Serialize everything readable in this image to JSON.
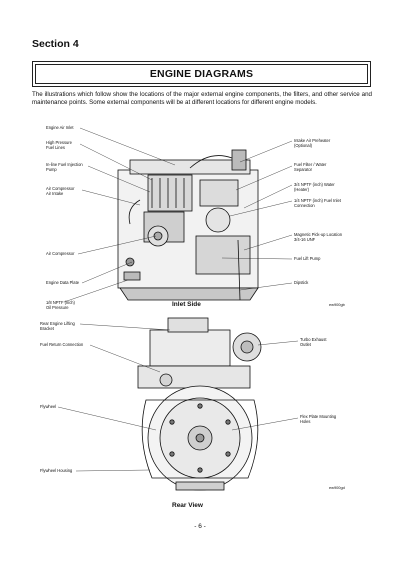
{
  "section": "Section 4",
  "title": "ENGINE DIAGRAMS",
  "intro": "The illustrations which follow show the locations of the major external engine components, the filters, and other service and maintenance points. Some external components will be at different locations for different engine models.",
  "inlet": {
    "caption": "Inlet Side",
    "code": "ew900gb",
    "left_labels": [
      [
        "Engine Air Inlet"
      ],
      [
        "High Pressure",
        "Fuel Lines"
      ],
      [
        "In-line Fuel Injection",
        "Pump"
      ],
      [
        "Air Compressor",
        "Air Intake"
      ],
      [
        "Air Compressor"
      ],
      [
        "Engine Data Plate"
      ],
      [
        "1/8 NPTF (inch)",
        "Oil Pressure"
      ]
    ],
    "right_labels": [
      [
        "Intake Air Preheater",
        "(Optional)"
      ],
      [
        "Fuel Filter / Water",
        "Separator"
      ],
      [
        "3/4 NPTF (inch) Water",
        "(Heater)"
      ],
      [
        "1/4 NPTF (inch) Fuel Inlet",
        "Connection"
      ],
      [
        "Magnetic Pick-up Location",
        "3/4-16 UNF"
      ],
      [
        "Fuel Lift Pump"
      ],
      [
        "Dipstick"
      ]
    ]
  },
  "rear": {
    "caption": "Rear View",
    "code": "ew900gd",
    "left_labels": [
      [
        "Rear Engine Lifting",
        "Bracket"
      ],
      [
        "Fuel Return Connection"
      ],
      [
        "Flywheel"
      ],
      [
        "Flywheel Housing"
      ]
    ],
    "right_labels": [
      [
        "Turbo Exhaust",
        "Outlet"
      ],
      [
        "Flex Plate Mounting",
        "Holes"
      ]
    ]
  },
  "page_number": "- 6 -"
}
